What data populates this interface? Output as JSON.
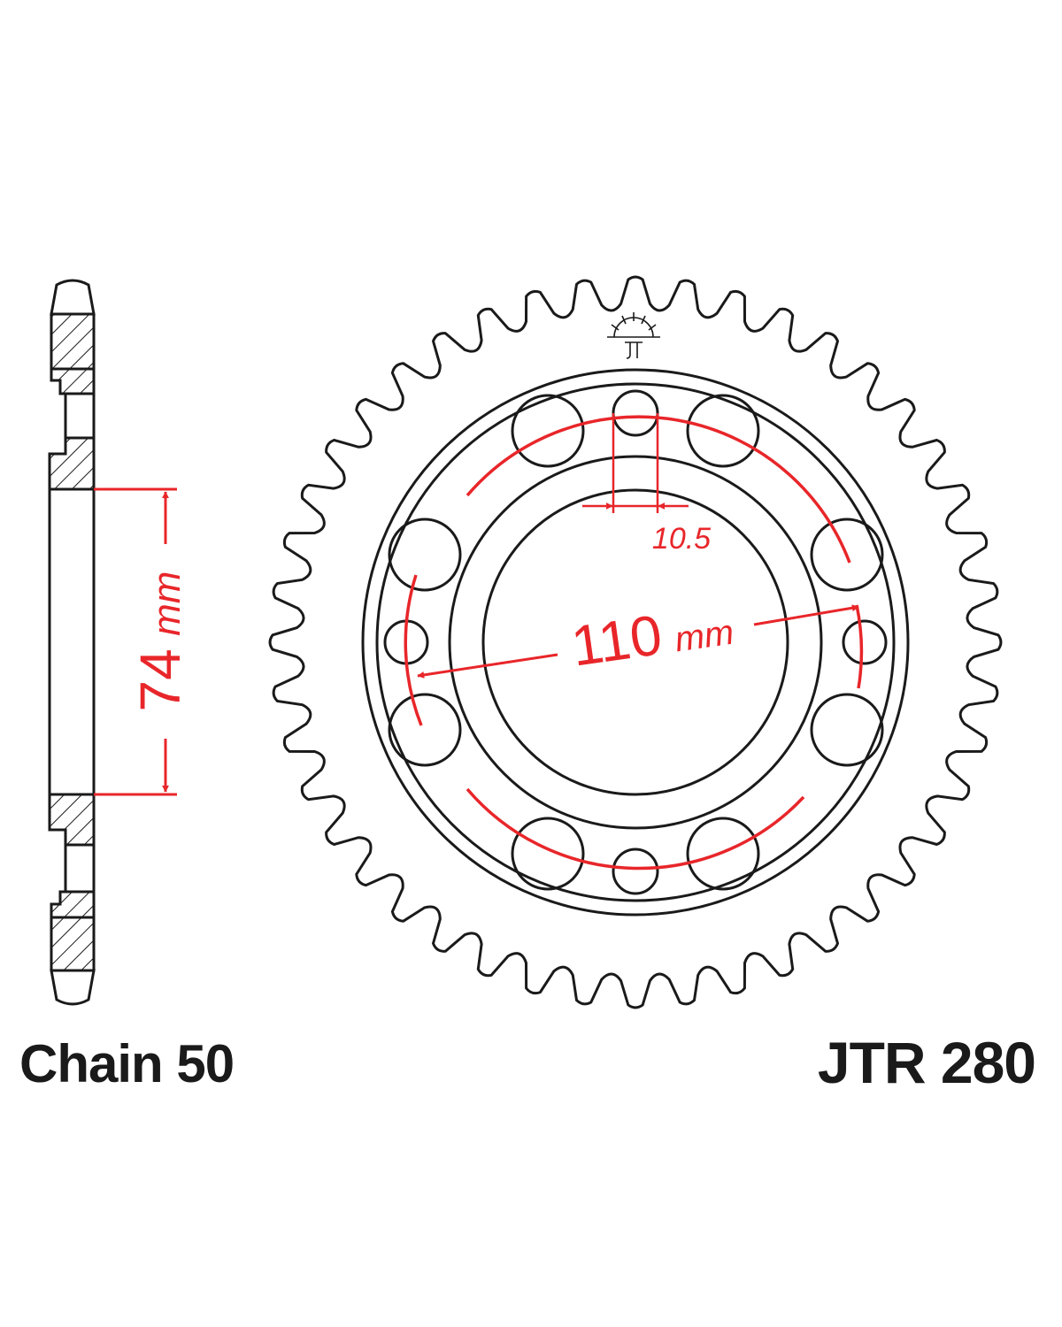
{
  "captions": {
    "chain": "Chain 50",
    "part_number": "JTR 280"
  },
  "dimensions": {
    "hub_width_value": "74",
    "hub_width_unit": "mm",
    "bolt_circle_value": "110",
    "bolt_circle_unit": "mm",
    "bolt_hole_value": "10.5"
  },
  "sprocket": {
    "teeth": 44,
    "bolt_holes": 4
  },
  "colors": {
    "outline": "#1a1a1a",
    "dimension": "#e8262a",
    "background": "#ffffff"
  },
  "icons": [
    "jt-sprockets-logo-icon"
  ]
}
